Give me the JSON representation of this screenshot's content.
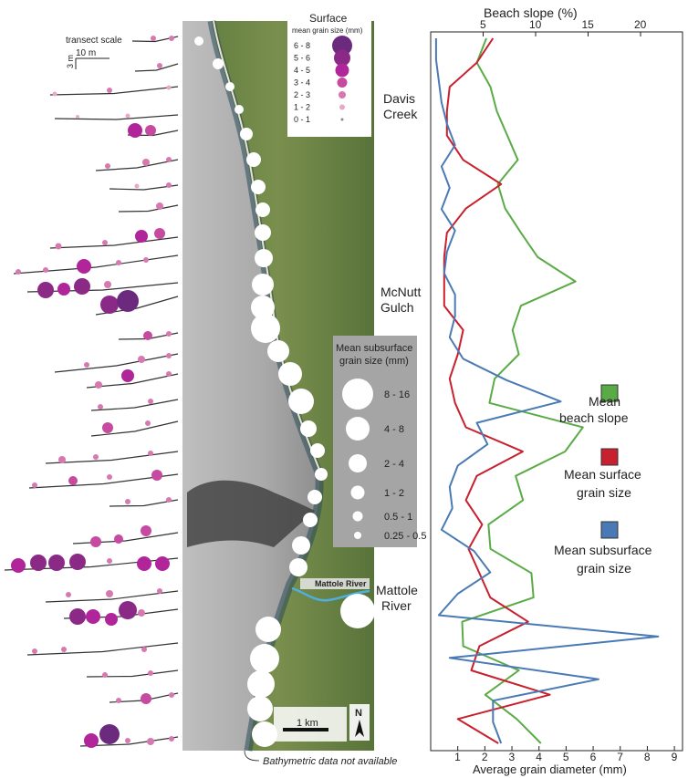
{
  "transect_scale": {
    "title": "transect scale",
    "horizontal": "10 m",
    "vertical": "3 m"
  },
  "surface_legend": {
    "title": "Surface",
    "subtitle": "mean grain size (mm)",
    "classes": [
      "6 - 8",
      "5 - 6",
      "4 - 5",
      "3 - 4",
      "2 - 3",
      "1 - 2",
      "0 - 1"
    ],
    "colors": [
      "#6b2a7e",
      "#8a2a86",
      "#b0259a",
      "#c64a9f",
      "#d779b0",
      "#e7a9c7",
      "#8c8c8c"
    ]
  },
  "subsurface_legend": {
    "title": "Mean subsurface",
    "subtitle": "grain size (mm)",
    "classes": [
      "8 - 16",
      "4 - 8",
      "2 - 4",
      "1 - 2",
      "0.5 - 1",
      "0.25 - 0.5"
    ]
  },
  "place_labels": {
    "davis_line1": "Davis",
    "davis_line2": "Creek",
    "mcnutt_line1": "McNutt",
    "mcnutt_line2": "Gulch",
    "mattole_line1": "Mattole",
    "mattole_line2": "River",
    "mattole_map": "Mattole River"
  },
  "map_scale": "1 km",
  "north": "N",
  "bathy_note": "Bathymetric data not available",
  "chart_data": {
    "type": "line",
    "top_axis": {
      "label": "Beach slope (%)",
      "ticks": [
        "5",
        "10",
        "15",
        "20"
      ],
      "range": [
        0,
        24
      ]
    },
    "bottom_axis": {
      "label": "Average grain diameter (mm)",
      "ticks": [
        "1",
        "2",
        "3",
        "4",
        "5",
        "6",
        "7",
        "8",
        "9"
      ],
      "range": [
        0,
        9.3
      ]
    },
    "transects": 30,
    "series": [
      {
        "name": "Mean beach slope",
        "color": "#5aab46",
        "axis": "top",
        "values": [
          5.3,
          4.4,
          5.7,
          6.3,
          7.3,
          8.3,
          6.4,
          7.1,
          8.6,
          10.2,
          13.8,
          8.6,
          7.8,
          8.4,
          6.1,
          5.6,
          14.5,
          12.8,
          8.1,
          8.8,
          5.5,
          5.7,
          9.6,
          9.8,
          3.0,
          3.1,
          8.4,
          5.2,
          8.2,
          10.5
        ]
      },
      {
        "name": "Mean surface grain size",
        "color": "#c8202e",
        "axis": "bottom",
        "values": [
          2.3,
          1.7,
          0.7,
          0.6,
          0.6,
          1.2,
          2.6,
          1.3,
          0.6,
          0.5,
          0.5,
          0.5,
          1.2,
          1.0,
          0.7,
          0.9,
          1.3,
          3.4,
          1.7,
          1.3,
          1.9,
          1.4,
          1.8,
          2.2,
          3.6,
          1.8,
          1.5,
          4.4,
          1.0,
          2.5
        ]
      },
      {
        "name": "Mean subsurface grain size",
        "color": "#4a7ab5",
        "axis": "bottom",
        "values": [
          0.2,
          0.2,
          0.3,
          0.4,
          0.6,
          0.9,
          0.4,
          0.7,
          0.4,
          0.9,
          0.6,
          0.5,
          0.9,
          0.9,
          0.7,
          1.2,
          2.8,
          4.8,
          1.7,
          2.1,
          1.0,
          0.7,
          0.8,
          0.4,
          1.6,
          2.2,
          1.0,
          0.3,
          8.4,
          0.7,
          6.2,
          2.3,
          2.3,
          2.6
        ]
      }
    ],
    "legend": [
      "Mean beach slope",
      "Mean surface grain size",
      "Mean subsurface grain size"
    ]
  }
}
